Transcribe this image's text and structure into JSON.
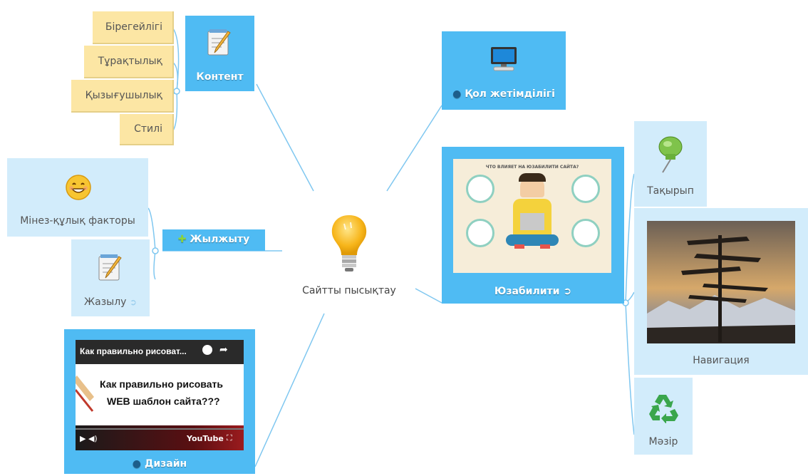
{
  "center": {
    "label": "Сайтты пысықтау",
    "icon": "lightbulb-icon"
  },
  "content": {
    "title": "Контент",
    "icon": "notepad-pencil-icon",
    "notes": [
      "Бірегейлігі",
      "Тұрақтылық",
      "Қызығушылық",
      "Стилі"
    ]
  },
  "promotion": {
    "title": "Жылжыту",
    "children": [
      {
        "label": "Мінез-құлық факторы",
        "icon": "smiley-icon"
      },
      {
        "label": "Жазылу",
        "icon": "notepad-pencil-icon"
      }
    ]
  },
  "design": {
    "title": "Дизайн",
    "video": {
      "top_title": "Как правильно рисоват...",
      "line1": "Как правильно рисовать",
      "line2": "WEB шаблон сайта???",
      "brand": "YouTube"
    }
  },
  "accessibility": {
    "title": "Қол жетімділігі",
    "icon": "monitor-icon"
  },
  "usability": {
    "title": "Юзабилити",
    "image_caption": "ЧТО ВЛИЯЕТ НА ЮЗАБИЛИТИ САЙТА?",
    "children": [
      {
        "label": "Тақырып",
        "icon": "pushpin-icon"
      },
      {
        "label": "Навигация",
        "icon": "signpost-photo"
      },
      {
        "label": "Мәзір",
        "icon": "recycle-icon"
      }
    ]
  },
  "colors": {
    "blue_box": "#4fbbf3",
    "pale_box": "#d2ecfb",
    "note": "#fce6a4",
    "link": "#7fc7f0"
  }
}
